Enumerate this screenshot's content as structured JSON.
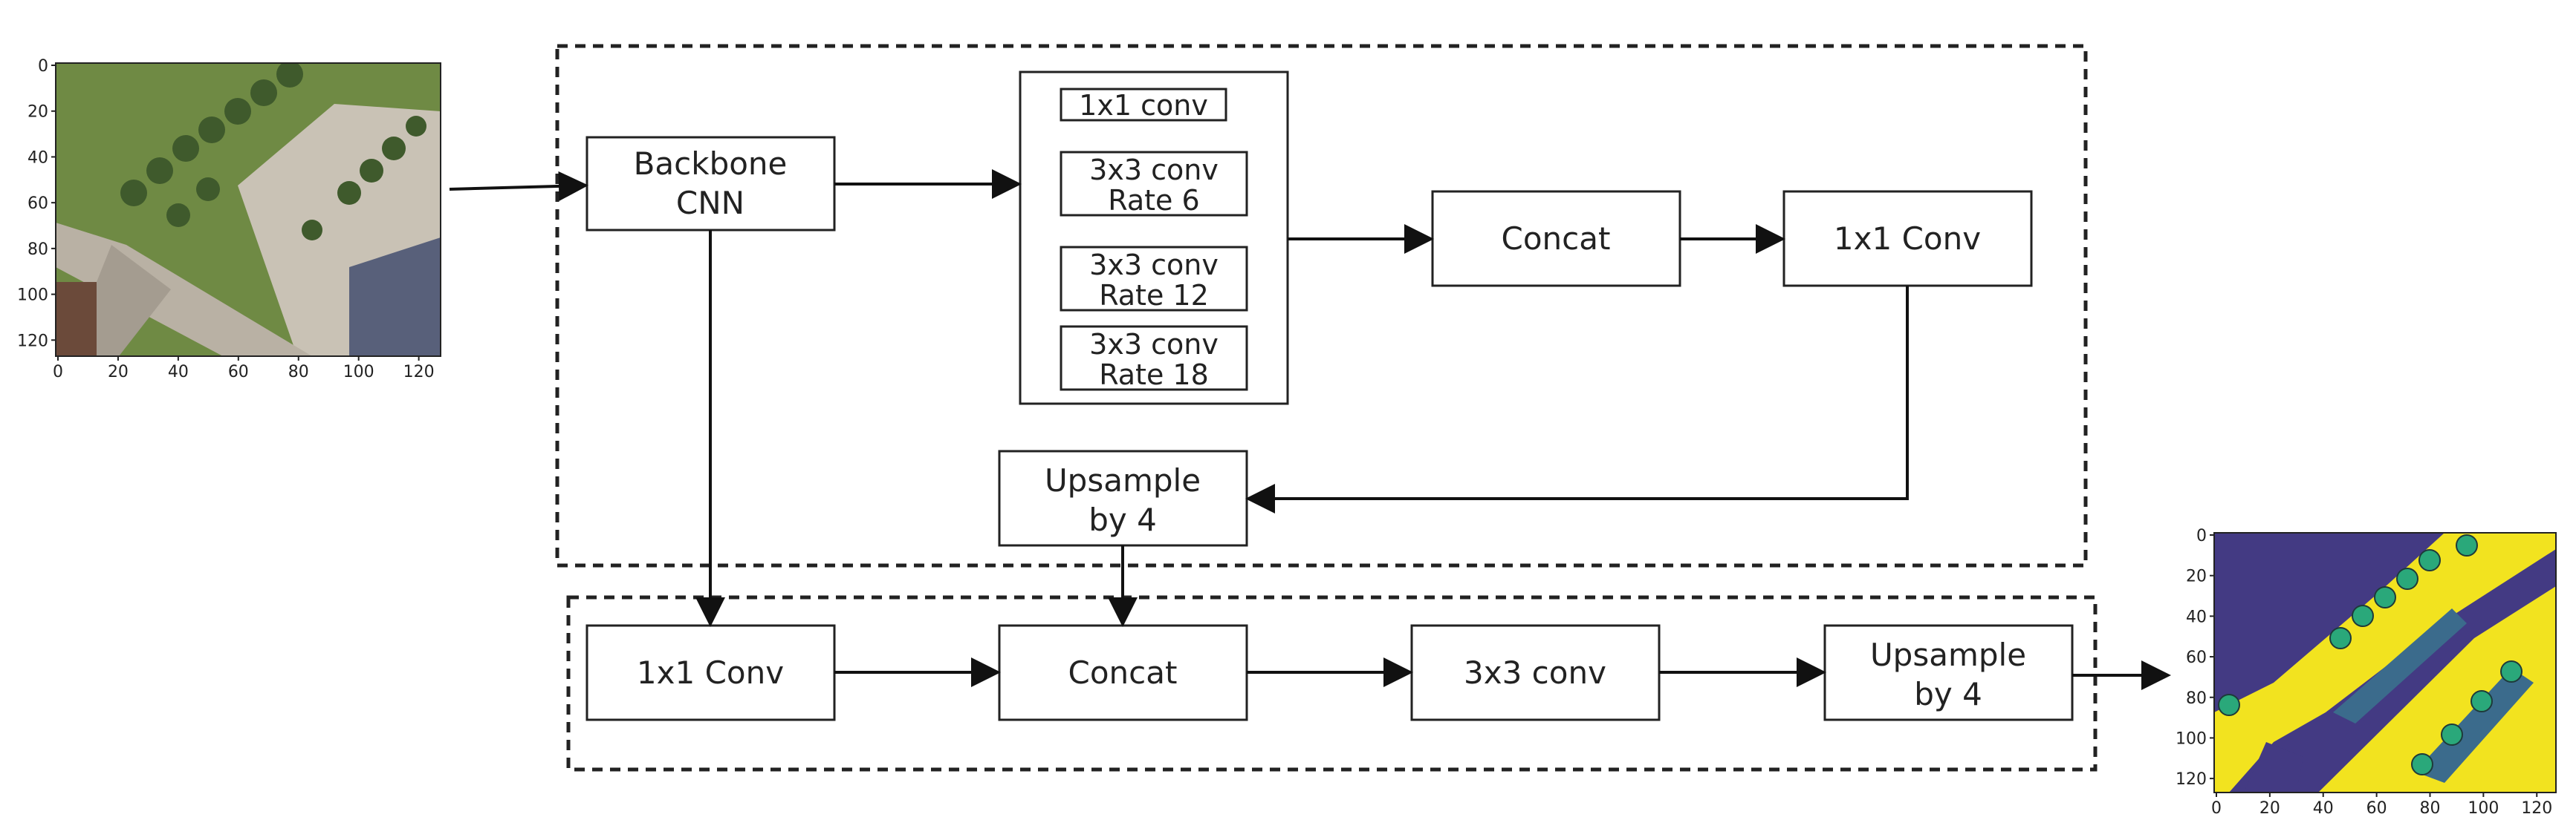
{
  "blocks": {
    "backbone": [
      "Backbone",
      "CNN"
    ],
    "aspp_1x1": "1x1 conv",
    "aspp_rate6": [
      "3x3 conv",
      "Rate 6"
    ],
    "aspp_rate12": [
      "3x3 conv",
      "Rate 12"
    ],
    "aspp_rate18": [
      "3x3 conv",
      "Rate 18"
    ],
    "encoder_concat": "Concat",
    "encoder_conv": "1x1 Conv",
    "encoder_upsample": [
      "Upsample",
      "by 4"
    ],
    "decoder_conv": "1x1 Conv",
    "decoder_concat": "Concat",
    "decoder_3x3": "3x3 conv",
    "decoder_upsample": [
      "Upsample",
      "by 4"
    ]
  },
  "input_image": {
    "y_ticks": [
      "0",
      "20",
      "40",
      "60",
      "80",
      "100",
      "120"
    ],
    "x_ticks": [
      "0",
      "20",
      "40",
      "60",
      "80",
      "100",
      "120"
    ]
  },
  "output_image": {
    "y_ticks": [
      "0",
      "20",
      "40",
      "60",
      "80",
      "100",
      "120"
    ],
    "x_ticks": [
      "0",
      "20",
      "40",
      "60",
      "80",
      "100",
      "120"
    ],
    "colors": {
      "background": "#433a83",
      "road": "#f2e31f",
      "building": "#3b6b8c",
      "tree": "#2aa87a"
    }
  },
  "input_colors": {
    "grass": "#6f8a44",
    "road": "#bdb5a8",
    "roof": "#58607a",
    "tree": "#3f5a2c"
  }
}
